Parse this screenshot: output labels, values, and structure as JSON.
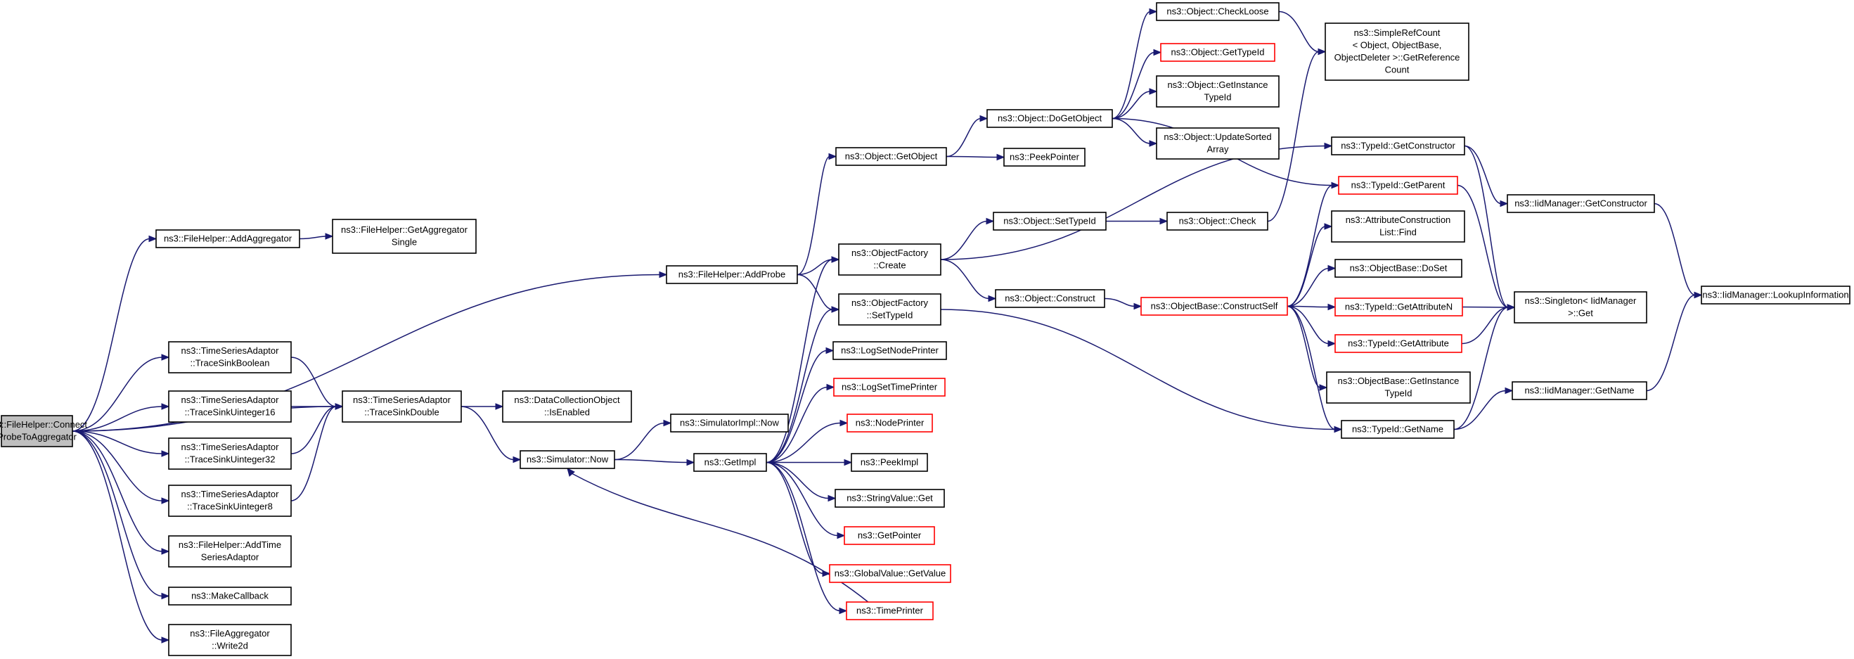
{
  "title": "ns3::FileHelper::ConnectProbeToAggregator call graph",
  "colors": {
    "edge": "#191970",
    "normal_border": "#000000",
    "red_border": "#ff0000",
    "root_fill": "#bfbfbf"
  },
  "nodes": [
    {
      "id": "root",
      "lines": [
        "ns3::FileHelper::Connect",
        "ProbeToAggregator"
      ],
      "style": "root"
    },
    {
      "id": "addAggregator",
      "lines": [
        "ns3::FileHelper::AddAggregator"
      ],
      "style": "normal"
    },
    {
      "id": "getAggSingle",
      "lines": [
        "ns3::FileHelper::GetAggregator",
        "Single"
      ],
      "style": "normal"
    },
    {
      "id": "tsBool",
      "lines": [
        "ns3::TimeSeriesAdaptor",
        "::TraceSinkBoolean"
      ],
      "style": "normal"
    },
    {
      "id": "tsU16",
      "lines": [
        "ns3::TimeSeriesAdaptor",
        "::TraceSinkUinteger16"
      ],
      "style": "normal"
    },
    {
      "id": "tsU32",
      "lines": [
        "ns3::TimeSeriesAdaptor",
        "::TraceSinkUinteger32"
      ],
      "style": "normal"
    },
    {
      "id": "tsU8",
      "lines": [
        "ns3::TimeSeriesAdaptor",
        "::TraceSinkUinteger8"
      ],
      "style": "normal"
    },
    {
      "id": "addTSA",
      "lines": [
        "ns3::FileHelper::AddTime",
        "SeriesAdaptor"
      ],
      "style": "normal"
    },
    {
      "id": "makeCallback",
      "lines": [
        "ns3::MakeCallback"
      ],
      "style": "normal"
    },
    {
      "id": "write2d",
      "lines": [
        "ns3::FileAggregator",
        "::Write2d"
      ],
      "style": "normal"
    },
    {
      "id": "tsDouble",
      "lines": [
        "ns3::TimeSeriesAdaptor",
        "::TraceSinkDouble"
      ],
      "style": "normal"
    },
    {
      "id": "isEnabled",
      "lines": [
        "ns3::DataCollectionObject",
        "::IsEnabled"
      ],
      "style": "normal"
    },
    {
      "id": "simNow",
      "lines": [
        "ns3::Simulator::Now"
      ],
      "style": "normal"
    },
    {
      "id": "simImplNow",
      "lines": [
        "ns3::SimulatorImpl::Now"
      ],
      "style": "normal"
    },
    {
      "id": "getImpl",
      "lines": [
        "ns3::GetImpl"
      ],
      "style": "normal"
    },
    {
      "id": "addProbe",
      "lines": [
        "ns3::FileHelper::AddProbe"
      ],
      "style": "normal"
    },
    {
      "id": "getObject",
      "lines": [
        "ns3::Object::GetObject"
      ],
      "style": "normal"
    },
    {
      "id": "peekPointer",
      "lines": [
        "ns3::PeekPointer"
      ],
      "style": "normal"
    },
    {
      "id": "doGetObject",
      "lines": [
        "ns3::Object::DoGetObject"
      ],
      "style": "normal"
    },
    {
      "id": "checkLoose",
      "lines": [
        "ns3::Object::CheckLoose"
      ],
      "style": "normal"
    },
    {
      "id": "objGetTypeId",
      "lines": [
        "ns3::Object::GetTypeId"
      ],
      "style": "red"
    },
    {
      "id": "getInstanceTypeId",
      "lines": [
        "ns3::Object::GetInstance",
        "TypeId"
      ],
      "style": "normal"
    },
    {
      "id": "updateSorted",
      "lines": [
        "ns3::Object::UpdateSorted",
        "Array"
      ],
      "style": "normal"
    },
    {
      "id": "simpleRefCount",
      "lines": [
        "ns3::SimpleRefCount",
        "< Object, ObjectBase,",
        "ObjectDeleter >::GetReference",
        "Count"
      ],
      "style": "normal"
    },
    {
      "id": "ofCreate",
      "lines": [
        "ns3::ObjectFactory",
        "::Create"
      ],
      "style": "normal"
    },
    {
      "id": "ofSetTypeId",
      "lines": [
        "ns3::ObjectFactory",
        "::SetTypeId"
      ],
      "style": "normal"
    },
    {
      "id": "logSetNode",
      "lines": [
        "ns3::LogSetNodePrinter"
      ],
      "style": "normal"
    },
    {
      "id": "logSetTime",
      "lines": [
        "ns3::LogSetTimePrinter"
      ],
      "style": "red"
    },
    {
      "id": "nodePrinter",
      "lines": [
        "ns3::NodePrinter"
      ],
      "style": "red"
    },
    {
      "id": "peekImpl",
      "lines": [
        "ns3::PeekImpl"
      ],
      "style": "normal"
    },
    {
      "id": "stringValueGet",
      "lines": [
        "ns3::StringValue::Get"
      ],
      "style": "normal"
    },
    {
      "id": "getPointer",
      "lines": [
        "ns3::GetPointer"
      ],
      "style": "red"
    },
    {
      "id": "globalValue",
      "lines": [
        "ns3::GlobalValue::GetValue"
      ],
      "style": "red"
    },
    {
      "id": "timePrinter",
      "lines": [
        "ns3::TimePrinter"
      ],
      "style": "red"
    },
    {
      "id": "objSetTypeId",
      "lines": [
        "ns3::Object::SetTypeId"
      ],
      "style": "normal"
    },
    {
      "id": "objCheck",
      "lines": [
        "ns3::Object::Check"
      ],
      "style": "normal"
    },
    {
      "id": "objConstruct",
      "lines": [
        "ns3::Object::Construct"
      ],
      "style": "normal"
    },
    {
      "id": "constructSelf",
      "lines": [
        "ns3::ObjectBase::ConstructSelf"
      ],
      "style": "red"
    },
    {
      "id": "getConstructor",
      "lines": [
        "ns3::TypeId::GetConstructor"
      ],
      "style": "normal"
    },
    {
      "id": "getParent",
      "lines": [
        "ns3::TypeId::GetParent"
      ],
      "style": "red"
    },
    {
      "id": "attrConsFind",
      "lines": [
        "ns3::AttributeConstruction",
        "List::Find"
      ],
      "style": "normal"
    },
    {
      "id": "doSet",
      "lines": [
        "ns3::ObjectBase::DoSet"
      ],
      "style": "normal"
    },
    {
      "id": "getAttributeN",
      "lines": [
        "ns3::TypeId::GetAttributeN"
      ],
      "style": "red"
    },
    {
      "id": "getAttribute",
      "lines": [
        "ns3::TypeId::GetAttribute"
      ],
      "style": "red"
    },
    {
      "id": "obGetInstanceTypeId",
      "lines": [
        "ns3::ObjectBase::GetInstance",
        "TypeId"
      ],
      "style": "normal"
    },
    {
      "id": "typeIdGetName",
      "lines": [
        "ns3::TypeId::GetName"
      ],
      "style": "normal"
    },
    {
      "id": "iidGetConstructor",
      "lines": [
        "ns3::IidManager::GetConstructor"
      ],
      "style": "normal"
    },
    {
      "id": "singletonGet",
      "lines": [
        "ns3::Singleton< IidManager",
        ">::Get"
      ],
      "style": "normal"
    },
    {
      "id": "iidGetName",
      "lines": [
        "ns3::IidManager::GetName"
      ],
      "style": "normal"
    },
    {
      "id": "lookupInfo",
      "lines": [
        "ns3::IidManager::LookupInformation"
      ],
      "style": "normal"
    }
  ],
  "edges": [
    [
      "root",
      "addAggregator"
    ],
    [
      "root",
      "tsDouble"
    ],
    [
      "root",
      "tsBool"
    ],
    [
      "root",
      "tsU16"
    ],
    [
      "root",
      "tsU32"
    ],
    [
      "root",
      "tsU8"
    ],
    [
      "root",
      "addTSA"
    ],
    [
      "root",
      "makeCallback"
    ],
    [
      "root",
      "write2d"
    ],
    [
      "root",
      "addProbe"
    ],
    [
      "addAggregator",
      "getAggSingle"
    ],
    [
      "tsBool",
      "tsDouble"
    ],
    [
      "tsU16",
      "tsDouble"
    ],
    [
      "tsU32",
      "tsDouble"
    ],
    [
      "tsU8",
      "tsDouble"
    ],
    [
      "tsDouble",
      "isEnabled"
    ],
    [
      "tsDouble",
      "simNow"
    ],
    [
      "simNow",
      "simImplNow"
    ],
    [
      "simNow",
      "getImpl"
    ],
    [
      "getImpl",
      "ofCreate"
    ],
    [
      "getImpl",
      "ofSetTypeId"
    ],
    [
      "getImpl",
      "logSetNode"
    ],
    [
      "getImpl",
      "logSetTime"
    ],
    [
      "getImpl",
      "nodePrinter"
    ],
    [
      "getImpl",
      "peekImpl"
    ],
    [
      "getImpl",
      "stringValueGet"
    ],
    [
      "getImpl",
      "getPointer"
    ],
    [
      "getImpl",
      "globalValue"
    ],
    [
      "getImpl",
      "timePrinter"
    ],
    [
      "timePrinter",
      "simNow"
    ],
    [
      "addProbe",
      "getObject"
    ],
    [
      "addProbe",
      "ofCreate"
    ],
    [
      "addProbe",
      "ofSetTypeId"
    ],
    [
      "getObject",
      "doGetObject"
    ],
    [
      "getObject",
      "peekPointer"
    ],
    [
      "doGetObject",
      "checkLoose"
    ],
    [
      "doGetObject",
      "objGetTypeId"
    ],
    [
      "doGetObject",
      "getInstanceTypeId"
    ],
    [
      "doGetObject",
      "updateSorted"
    ],
    [
      "doGetObject",
      "getParent"
    ],
    [
      "checkLoose",
      "simpleRefCount"
    ],
    [
      "ofCreate",
      "objSetTypeId"
    ],
    [
      "ofCreate",
      "objConstruct"
    ],
    [
      "ofCreate",
      "getConstructor"
    ],
    [
      "ofSetTypeId",
      "typeIdGetName"
    ],
    [
      "objSetTypeId",
      "objCheck"
    ],
    [
      "objCheck",
      "simpleRefCount"
    ],
    [
      "objConstruct",
      "constructSelf"
    ],
    [
      "constructSelf",
      "getParent"
    ],
    [
      "constructSelf",
      "attrConsFind"
    ],
    [
      "constructSelf",
      "doSet"
    ],
    [
      "constructSelf",
      "getAttributeN"
    ],
    [
      "constructSelf",
      "getAttribute"
    ],
    [
      "constructSelf",
      "obGetInstanceTypeId"
    ],
    [
      "constructSelf",
      "typeIdGetName"
    ],
    [
      "getConstructor",
      "iidGetConstructor"
    ],
    [
      "getConstructor",
      "singletonGet"
    ],
    [
      "getParent",
      "singletonGet"
    ],
    [
      "getAttributeN",
      "singletonGet"
    ],
    [
      "getAttribute",
      "singletonGet"
    ],
    [
      "typeIdGetName",
      "singletonGet"
    ],
    [
      "typeIdGetName",
      "iidGetName"
    ],
    [
      "iidGetConstructor",
      "lookupInfo"
    ],
    [
      "iidGetName",
      "lookupInfo"
    ]
  ]
}
